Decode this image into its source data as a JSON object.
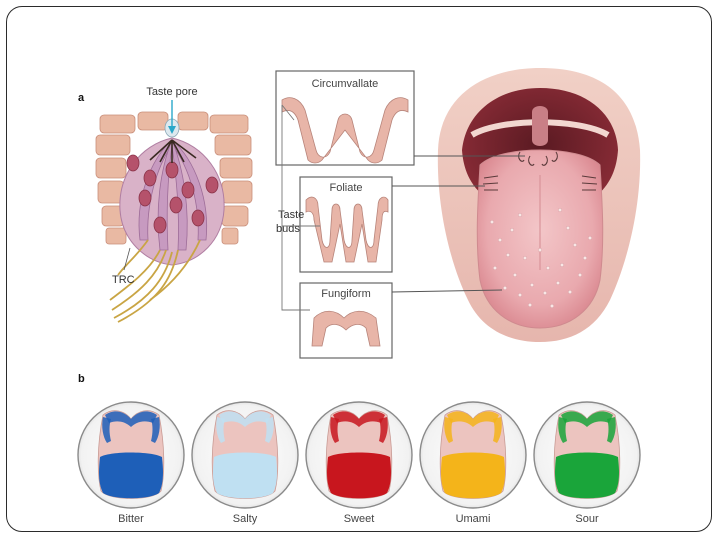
{
  "panel_a": {
    "letter": "a",
    "taste_pore": "Taste pore",
    "trc": "TRC",
    "taste_buds": "Taste buds",
    "papillae": {
      "circumvallate": "Circumvallate",
      "foliate": "Foliate",
      "fungiform": "Fungiform"
    }
  },
  "panel_b": {
    "letter": "b",
    "tastes": [
      {
        "label": "Bitter",
        "color": "#1e5fb8"
      },
      {
        "label": "Salty",
        "color": "#bfe0f2"
      },
      {
        "label": "Sweet",
        "color": "#c8161e"
      },
      {
        "label": "Umami",
        "color": "#f4b41a"
      },
      {
        "label": "Sour",
        "color": "#1aa53a"
      }
    ]
  }
}
